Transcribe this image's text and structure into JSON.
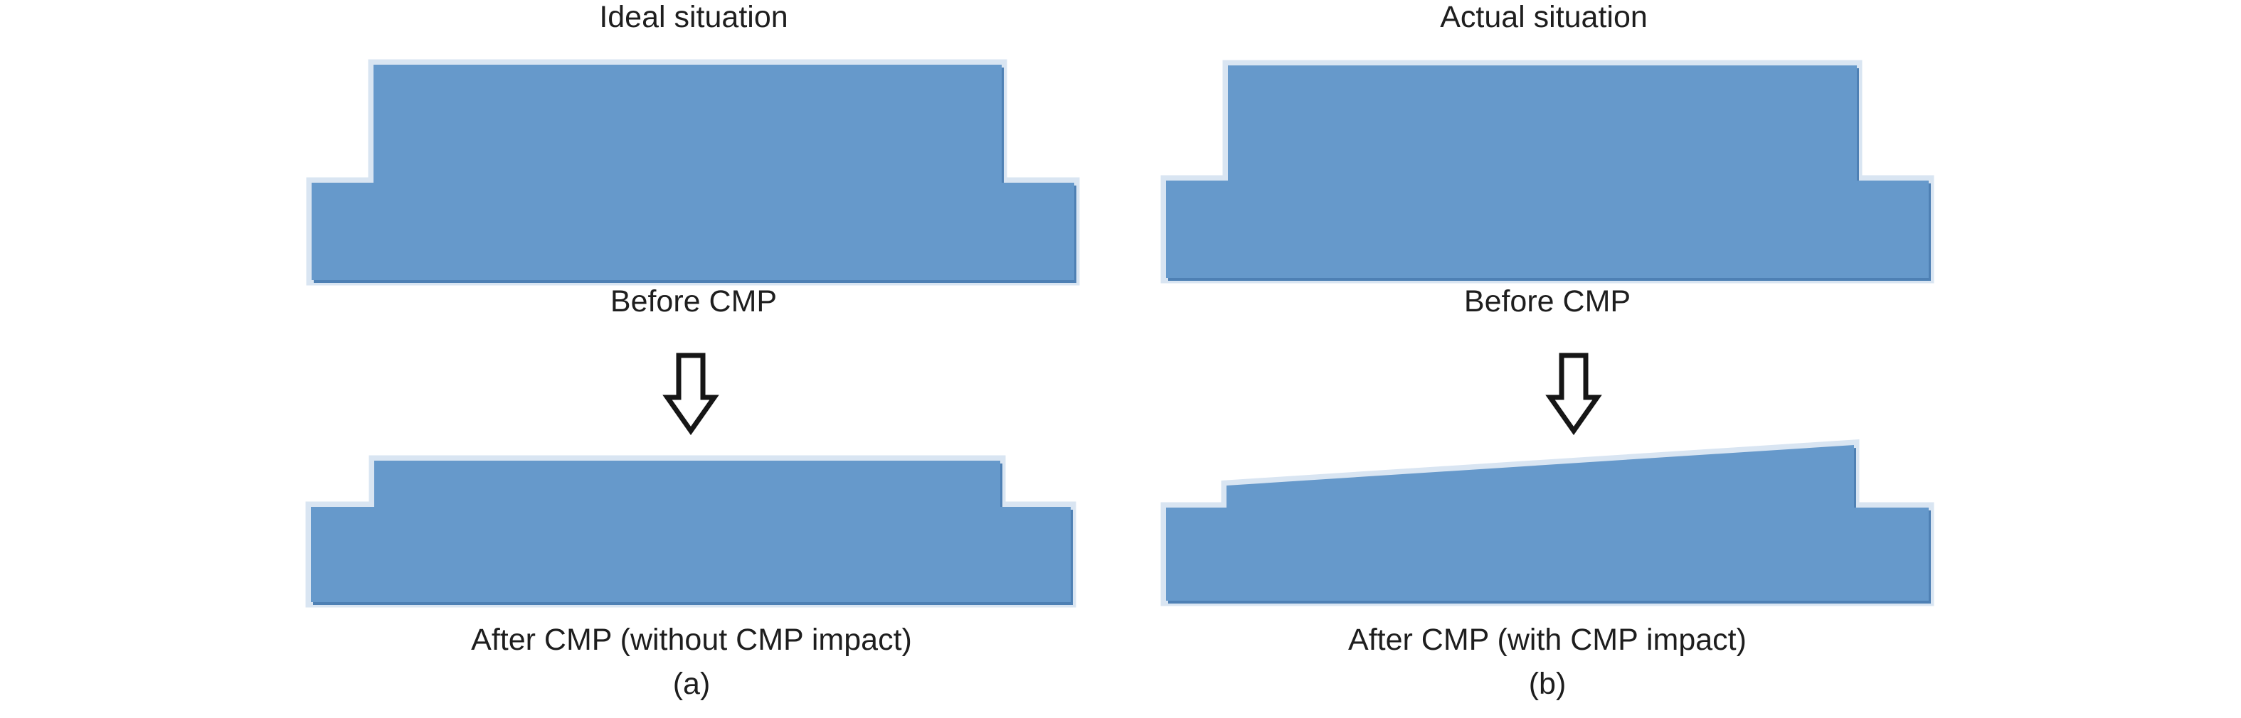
{
  "figure": {
    "panels": [
      {
        "title": "Ideal situation",
        "before_label": "Before CMP",
        "after_label": "After CMP (without CMP impact)",
        "sub_label": "(a)"
      },
      {
        "title": "Actual situation",
        "before_label": "Before CMP",
        "after_label": "After CMP (with CMP impact)",
        "sub_label": "(b)"
      }
    ]
  },
  "icons": {
    "panel_a_arrow": "down-arrow",
    "panel_b_arrow": "down-arrow"
  },
  "colors": {
    "background": "#FFFFFF",
    "shape_fill": "#6699CB",
    "shape_highlight": "#D9E5F2",
    "shape_shadow": "#4E80B4",
    "arrow_fill": "#FFFFFF",
    "arrow_outline": "#161616",
    "text": "#1E1E1E"
  }
}
